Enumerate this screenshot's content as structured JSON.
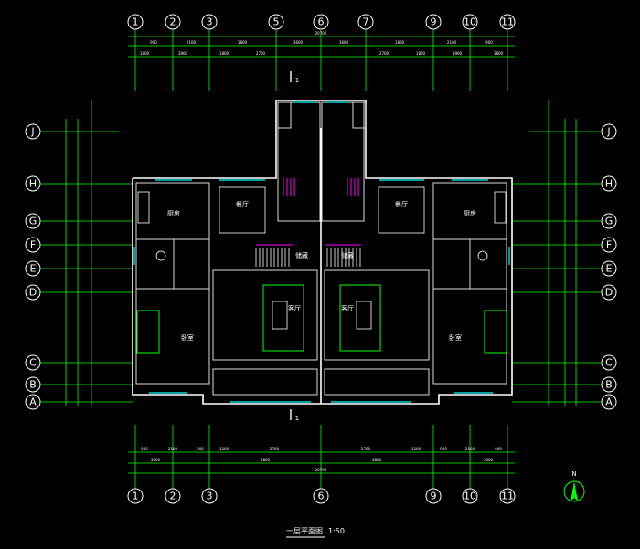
{
  "title": {
    "main": "一层平面图",
    "scale": "1:50"
  },
  "axes_top": [
    "1",
    "2",
    "3",
    "5",
    "6",
    "7",
    "9",
    "10",
    "11"
  ],
  "axes_bottom": [
    "1",
    "2",
    "3",
    "6",
    "9",
    "10",
    "11"
  ],
  "axes_left": [
    "J",
    "H",
    "G",
    "F",
    "E",
    "D",
    "C",
    "B",
    "A"
  ],
  "axes_right": [
    "J",
    "H",
    "G",
    "F",
    "E",
    "D",
    "C",
    "B",
    "A"
  ],
  "top_dims_row1": [
    "900",
    "2100",
    "1800",
    "3600",
    "3600",
    "1800",
    "2100",
    "900"
  ],
  "top_dims_row2": [
    "1800",
    "3900",
    "1800",
    "2700",
    "2700",
    "1800",
    "3900",
    "1800"
  ],
  "top_total": "20700",
  "bottom_dims_row1": [
    "900",
    "2100",
    "900",
    "1200",
    "2700",
    "2700",
    "1200",
    "900",
    "2100",
    "900"
  ],
  "bottom_dims_row2": [
    "3000",
    "4800",
    "4800",
    "3000"
  ],
  "bottom_total": "20700",
  "rooms": {
    "kitchen_left": "厨房",
    "kitchen_right": "厨房",
    "dining_left": "餐厅",
    "dining_right": "餐厅",
    "living_left": "客厅",
    "living_right": "客厅",
    "bedroom_left": "卧室",
    "bedroom_right": "卧室",
    "storage_left": "储藏",
    "storage_right": "储藏"
  },
  "section_marks": [
    "1",
    "1"
  ],
  "north_label": "N"
}
